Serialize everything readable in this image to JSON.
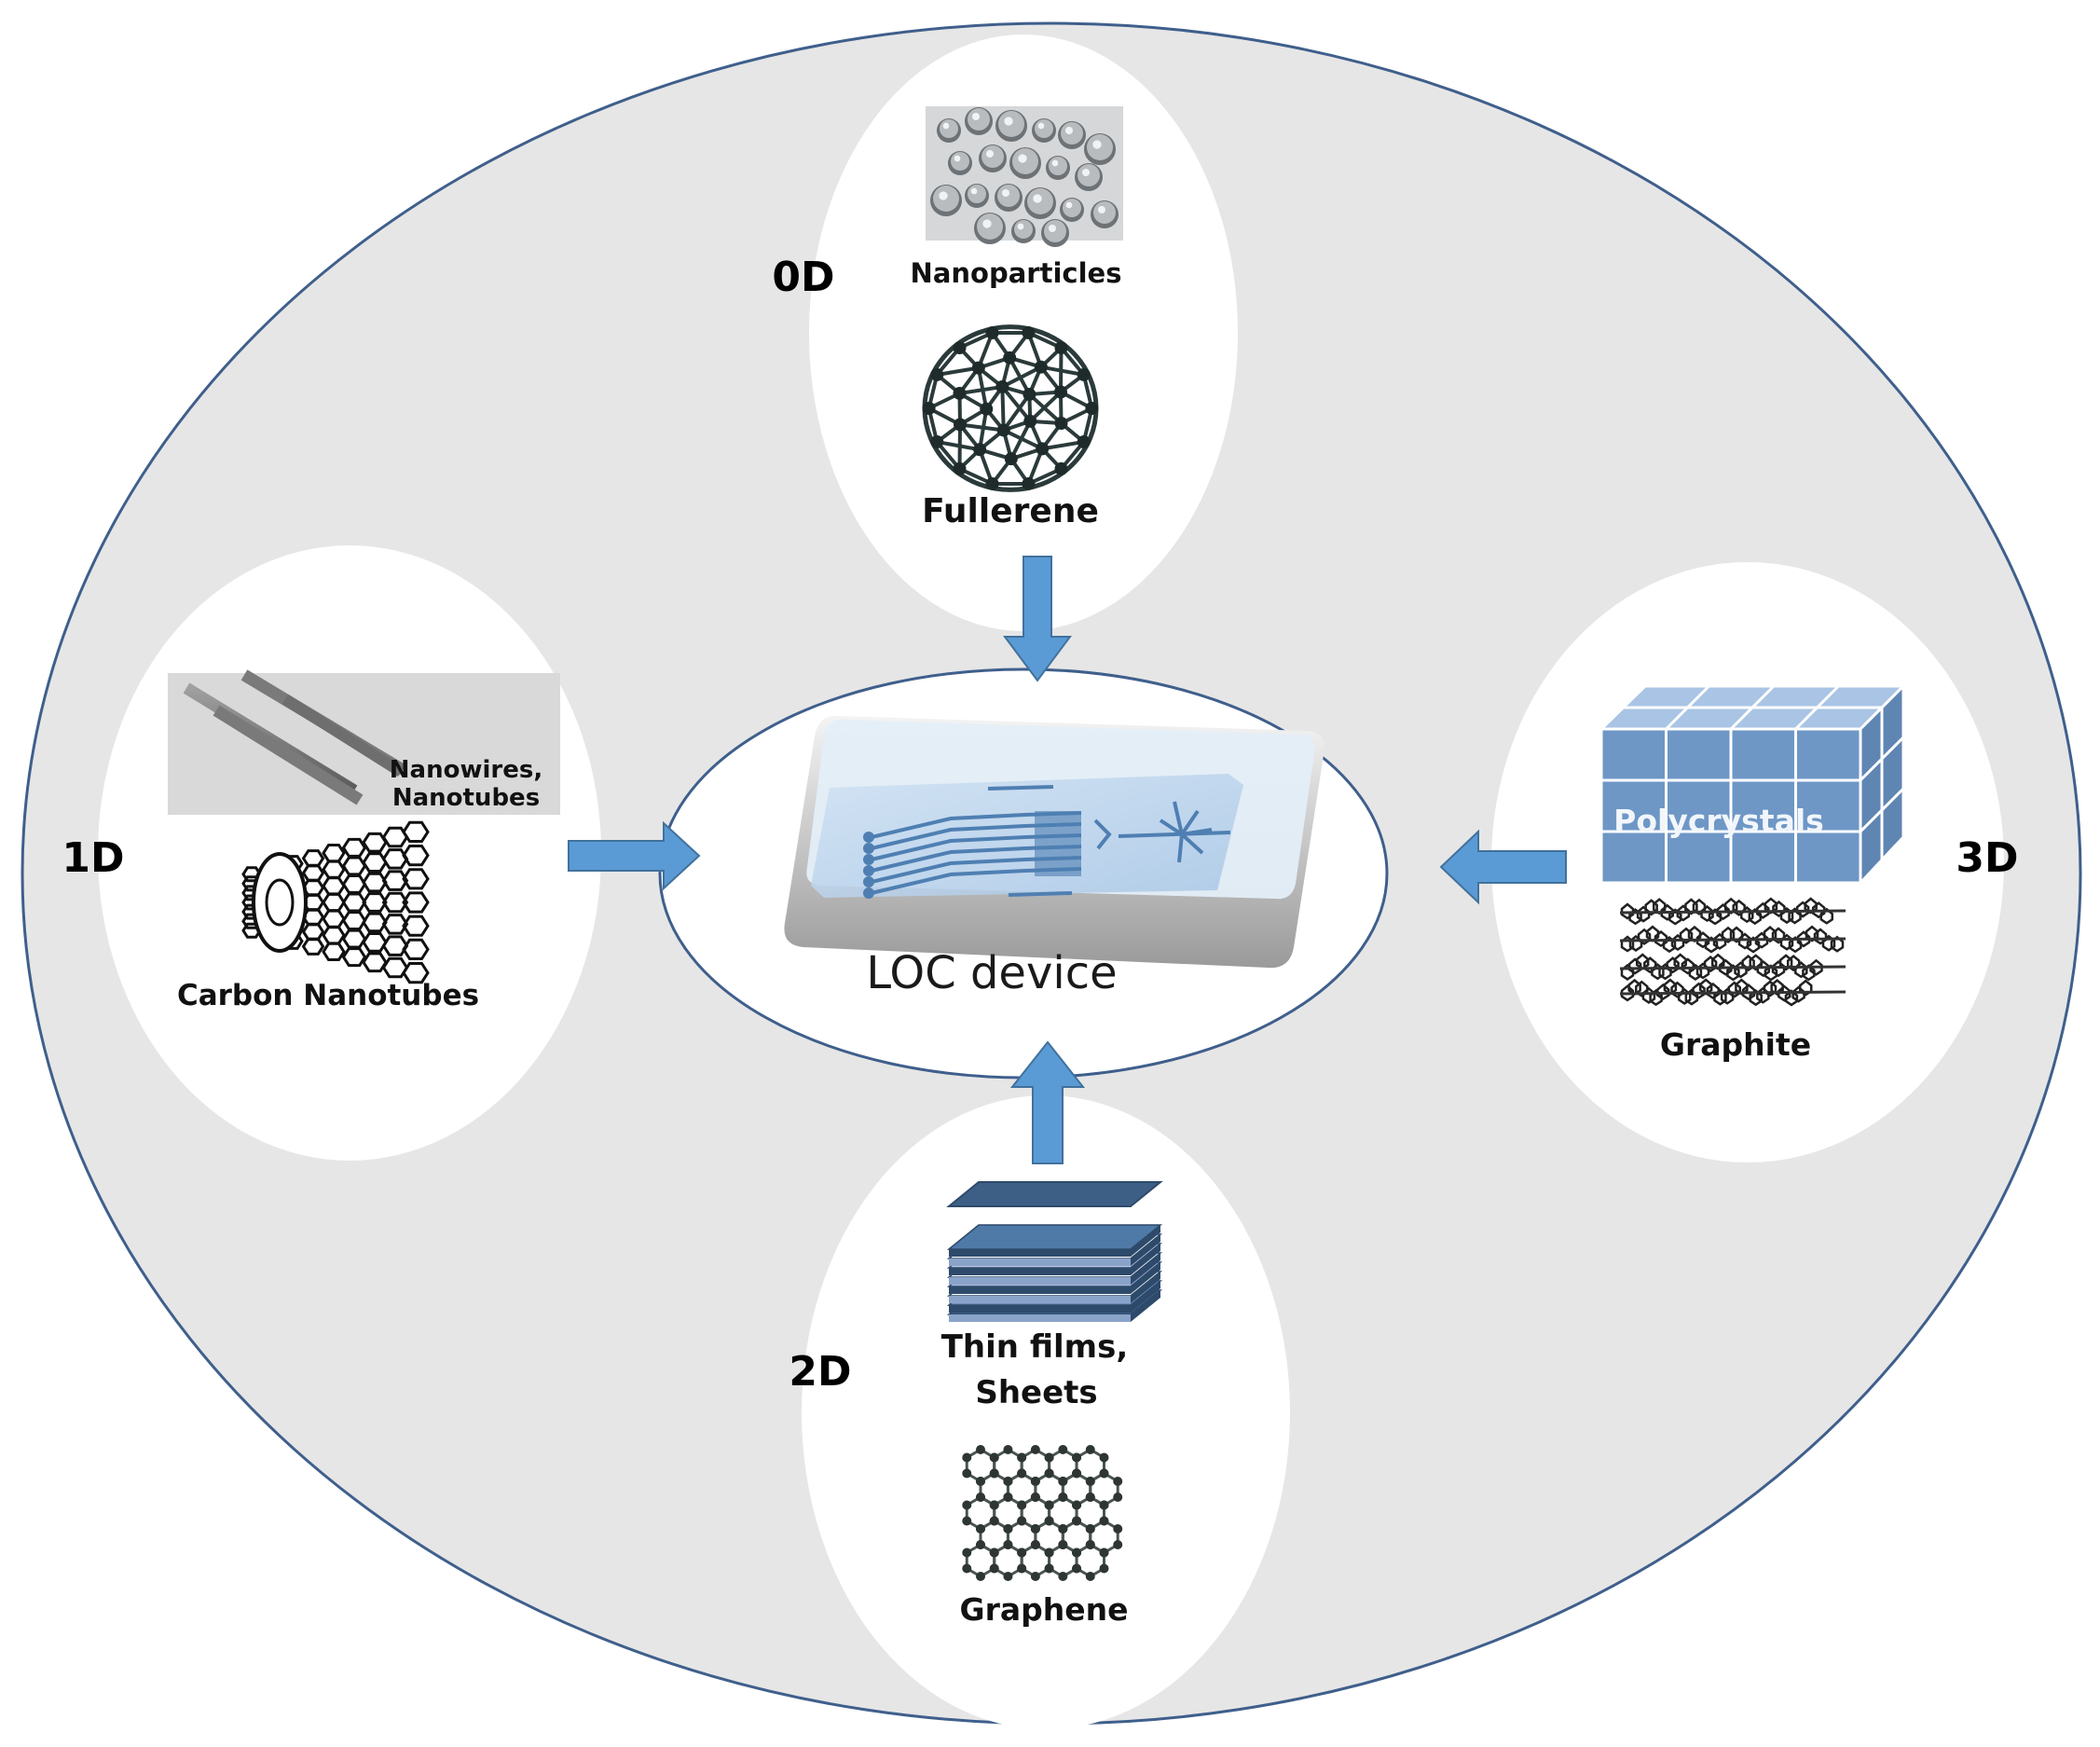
{
  "colors": {
    "outer_fill": "#e6e6e6",
    "outline": "#3f5f8c",
    "bubble_fill": "#ffffff",
    "arrow": "#5b9bd5",
    "arrow_stroke": "#41719c",
    "cube_fill": "#6e97c6",
    "stack_dark": "#3d5f86",
    "stack_light": "#c7d2e8"
  },
  "dimensions": {
    "zero_d": "0D",
    "one_d": "1D",
    "two_d": "2D",
    "three_d": "3D"
  },
  "materials": {
    "nanoparticles": "Nanoparticles",
    "fullerene": "Fullerene",
    "nanowires_line1": "Nanowires,",
    "nanowires_line2": "Nanotubes",
    "carbon_nanotubes": "Carbon Nanotubes",
    "thin_films_line1": "Thin films,",
    "thin_films_line2": "Sheets",
    "graphene": "Graphene",
    "polycrystals": "Polycrystals",
    "graphite": "Graphite"
  },
  "center": {
    "label": "LOC device"
  },
  "icons": {
    "nanoparticles_image": "nanoparticles-photo",
    "fullerene_image": "fullerene-molecule-icon",
    "nanowires_image": "nanowires-icon",
    "nanotube_image": "carbon-nanotube-icon",
    "thin_films_image": "layered-sheets-icon",
    "graphene_image": "graphene-lattice-icon",
    "polycrystal_image": "polycrystal-cube-icon",
    "graphite_image": "graphite-layers-icon",
    "loc_image": "lab-on-chip-icon"
  }
}
